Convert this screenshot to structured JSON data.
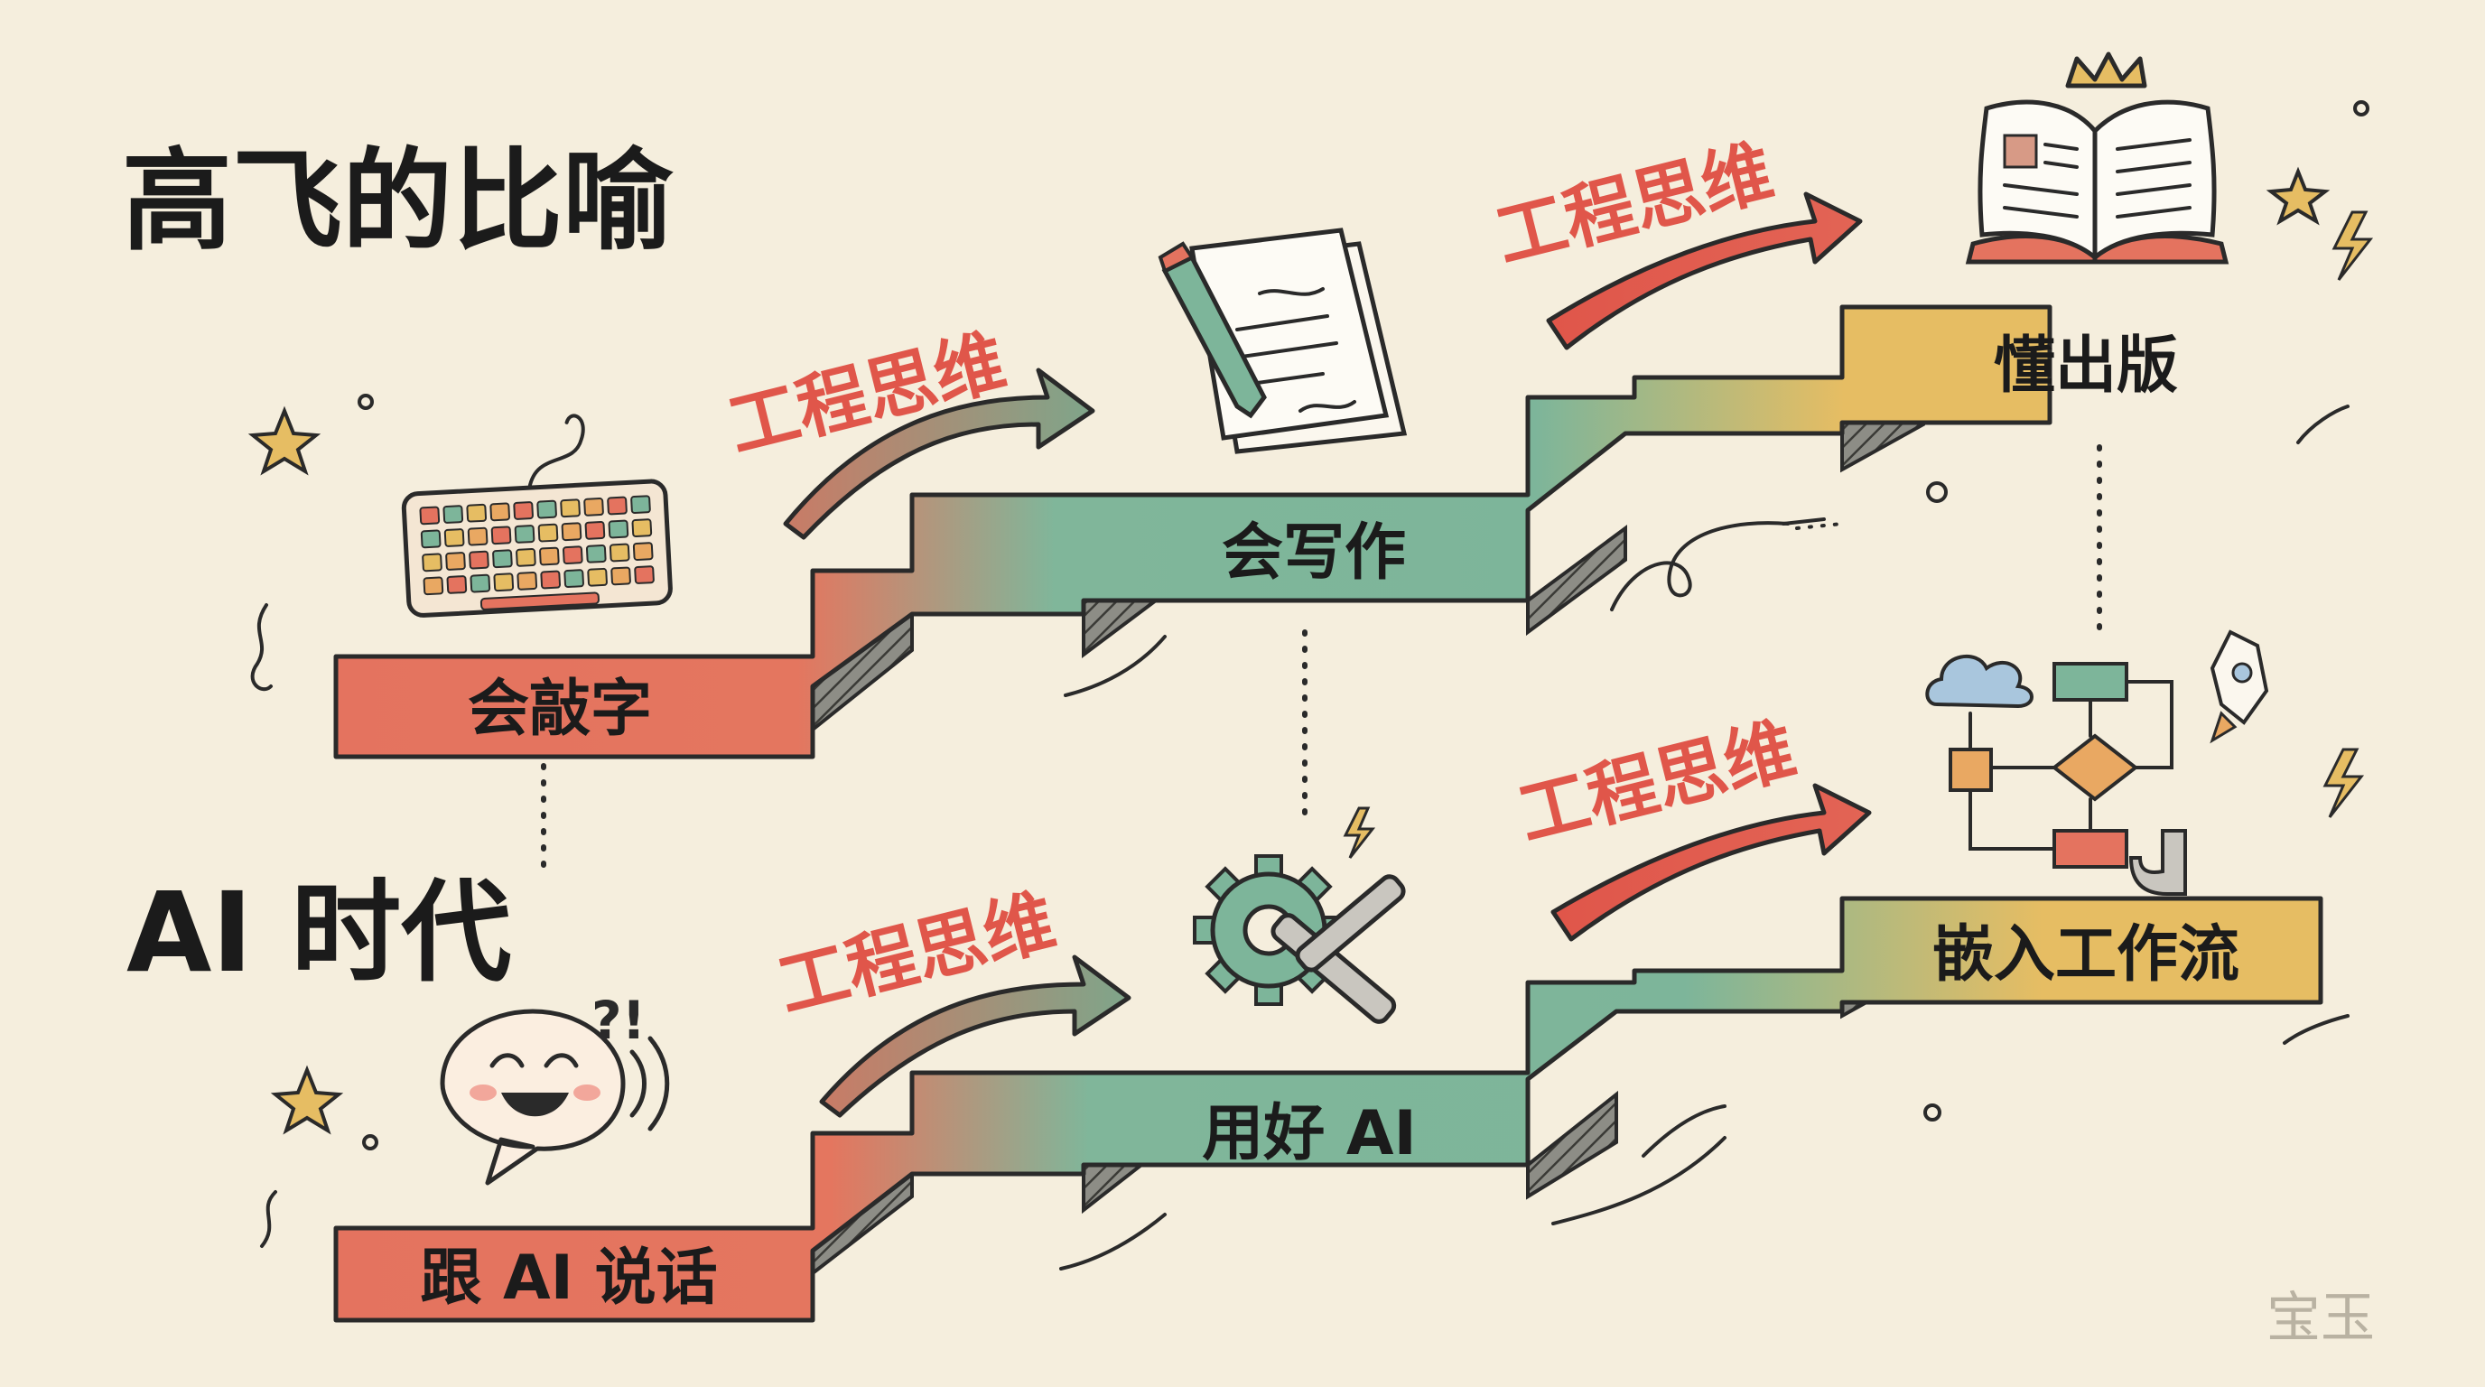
{
  "titles": {
    "metaphor": "高飞的比喻",
    "ai_era": "AI 时代"
  },
  "top_ladder": {
    "steps": [
      "会敲字",
      "会写作",
      "懂出版"
    ],
    "arrows": [
      "工程思维",
      "工程思维"
    ]
  },
  "bottom_ladder": {
    "steps": [
      "跟 AI 说话",
      "用好 AI",
      "嵌入工作流"
    ],
    "arrows": [
      "工程思维",
      "工程思维"
    ]
  },
  "signature": "宝玉",
  "icons": {
    "step1_top": "keyboard-icon",
    "step2_top": "pen-and-paper-icon",
    "step3_top": "open-book-with-crown-icon",
    "step1_bottom": "smiling-speech-bubble-icon",
    "step2_bottom": "gear-and-wrench-icon",
    "step3_bottom": "workflow-diagram-icon"
  },
  "colors": {
    "background": "#f5eedd",
    "step_red": "#e4735f",
    "step_green": "#7db59a",
    "step_yellow": "#e6bd63",
    "arrow_red": "#e0564a",
    "arrow_green": "#8aa88e",
    "ink": "#1b1b1b"
  }
}
